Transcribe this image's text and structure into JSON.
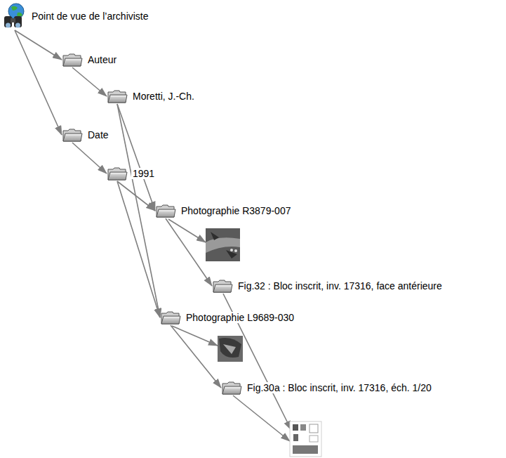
{
  "diagram": {
    "nodes": [
      {
        "text": [
          "Point de vue de l’archiviste"
        ]
      },
      {
        "text": [
          "Auteur"
        ]
      },
      {
        "text": [
          "Moretti, J.-Ch."
        ]
      },
      {
        "text": [
          "Date"
        ]
      },
      {
        "text": [
          "1991"
        ]
      },
      {
        "text": [
          "Photographie R3879-007"
        ]
      },
      {
        "text": [
          "Fig.32 : Bloc inscrit, inv. 17316, face antérieure"
        ]
      },
      {
        "text": [
          "Photographie L9689-030"
        ]
      },
      {
        "text": [
          "Fig.30a : Bloc inscrit, inv. 17316, éch. 1/20"
        ]
      }
    ],
    "edges": [
      {
        "from": 0,
        "to": 1,
        "arrow": "to"
      },
      {
        "from": 1,
        "to": 2,
        "arrow": "to"
      },
      {
        "from": 0,
        "to": 3,
        "arrow": "to"
      },
      {
        "from": 3,
        "to": 4,
        "arrow": "to"
      },
      {
        "from": 2,
        "to": 5,
        "arrow": "to"
      },
      {
        "from": 4,
        "to": 5,
        "arrow": "to"
      },
      {
        "from": 2,
        "to": 7,
        "arrow": "to"
      },
      {
        "from": 4,
        "to": 7,
        "arrow": "to"
      },
      {
        "from": 5,
        "to": 6,
        "arrow": "to"
      },
      {
        "from": 7,
        "to": 8,
        "arrow": "to"
      }
    ]
  }
}
